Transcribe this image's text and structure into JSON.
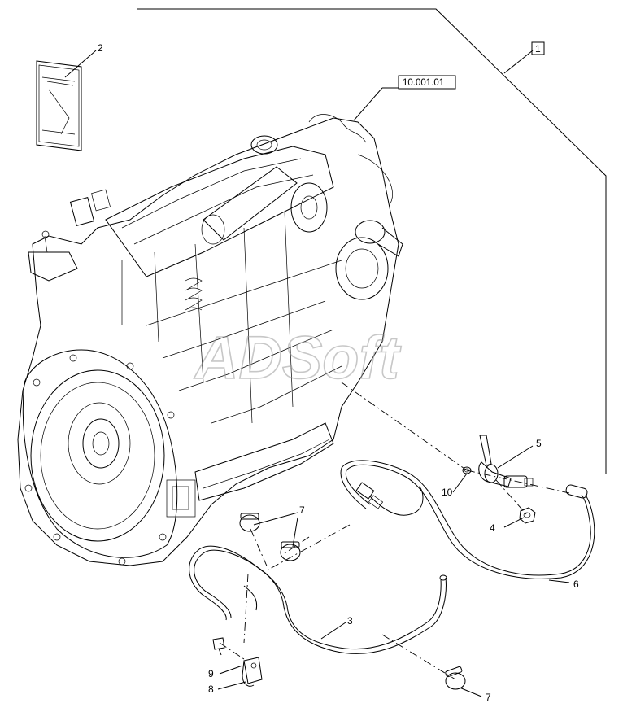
{
  "callouts": {
    "c1": "1",
    "c2": "2",
    "c3": "3",
    "c4": "4",
    "c5": "5",
    "c6": "6",
    "c7a": "7",
    "c7b": "7",
    "c8": "8",
    "c9": "9",
    "c10": "10"
  },
  "reference": {
    "engine_ref": "10.001.01"
  },
  "watermark": {
    "text": "ADSoft"
  }
}
